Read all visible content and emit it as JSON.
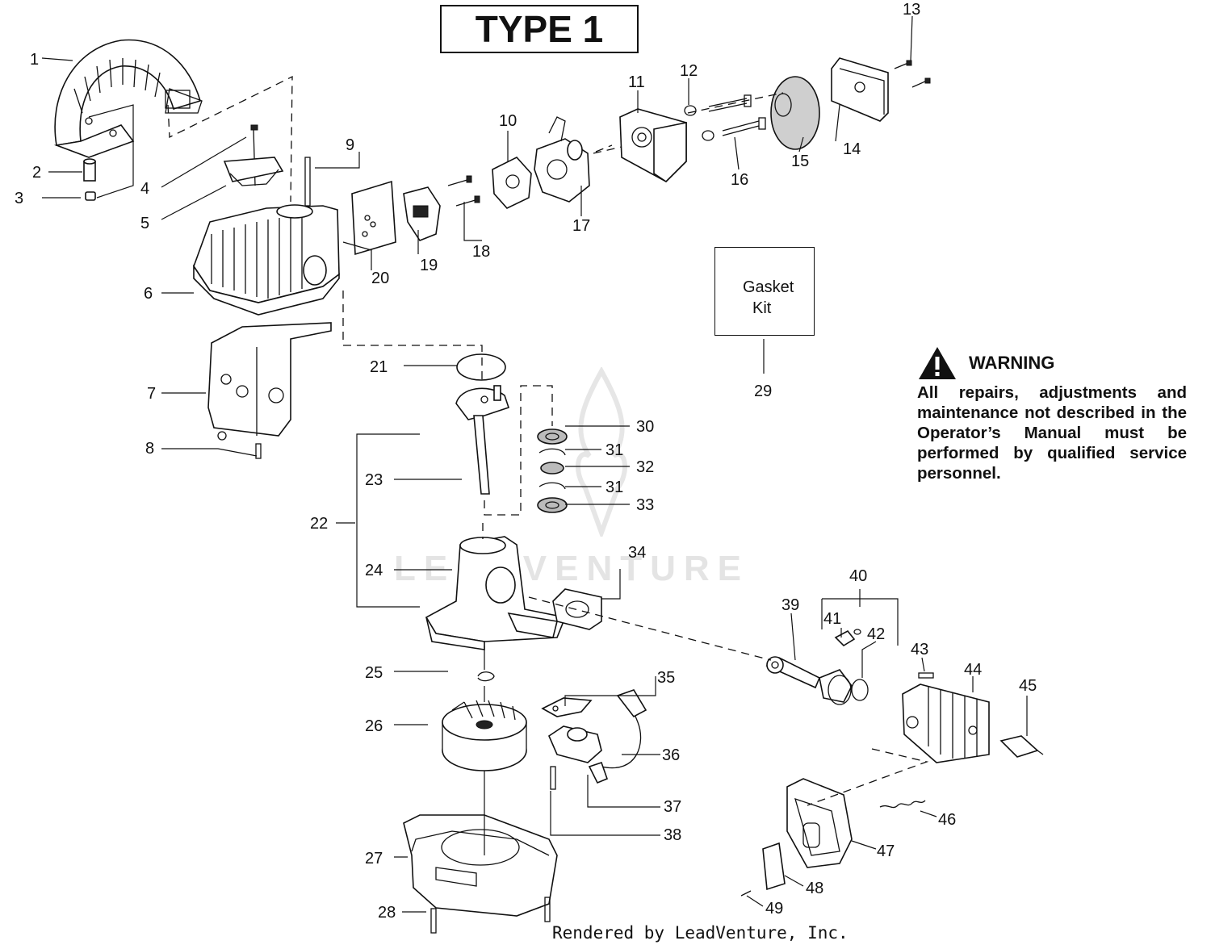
{
  "header": {
    "title": "TYPE 1"
  },
  "kit": {
    "line1": "Gasket",
    "line2": "Kit"
  },
  "warning": {
    "heading": "WARNING",
    "body": "All repairs, adjustments and maintenance not described in the Operator’s Manual must be performed by qualified service personnel."
  },
  "watermark": "LEADVENTURE",
  "footer": "Rendered by LeadVenture, Inc.",
  "callouts": {
    "c1": "1",
    "c2": "2",
    "c3": "3",
    "c4": "4",
    "c5": "5",
    "c6": "6",
    "c7": "7",
    "c8": "8",
    "c9": "9",
    "c10": "10",
    "c11": "11",
    "c12": "12",
    "c13": "13",
    "c14": "14",
    "c15": "15",
    "c16": "16",
    "c17": "17",
    "c18": "18",
    "c19": "19",
    "c20": "20",
    "c21": "21",
    "c22": "22",
    "c23": "23",
    "c24": "24",
    "c25": "25",
    "c26": "26",
    "c27": "27",
    "c28": "28",
    "c29": "29",
    "c30": "30",
    "c31a": "31",
    "c31b": "31",
    "c32": "32",
    "c33": "33",
    "c34": "34",
    "c35": "35",
    "c36": "36",
    "c37": "37",
    "c38": "38",
    "c39": "39",
    "c40": "40",
    "c41": "41",
    "c42": "42",
    "c43": "43",
    "c44": "44",
    "c45": "45",
    "c46": "46",
    "c47": "47",
    "c48": "48",
    "c49": "49"
  }
}
